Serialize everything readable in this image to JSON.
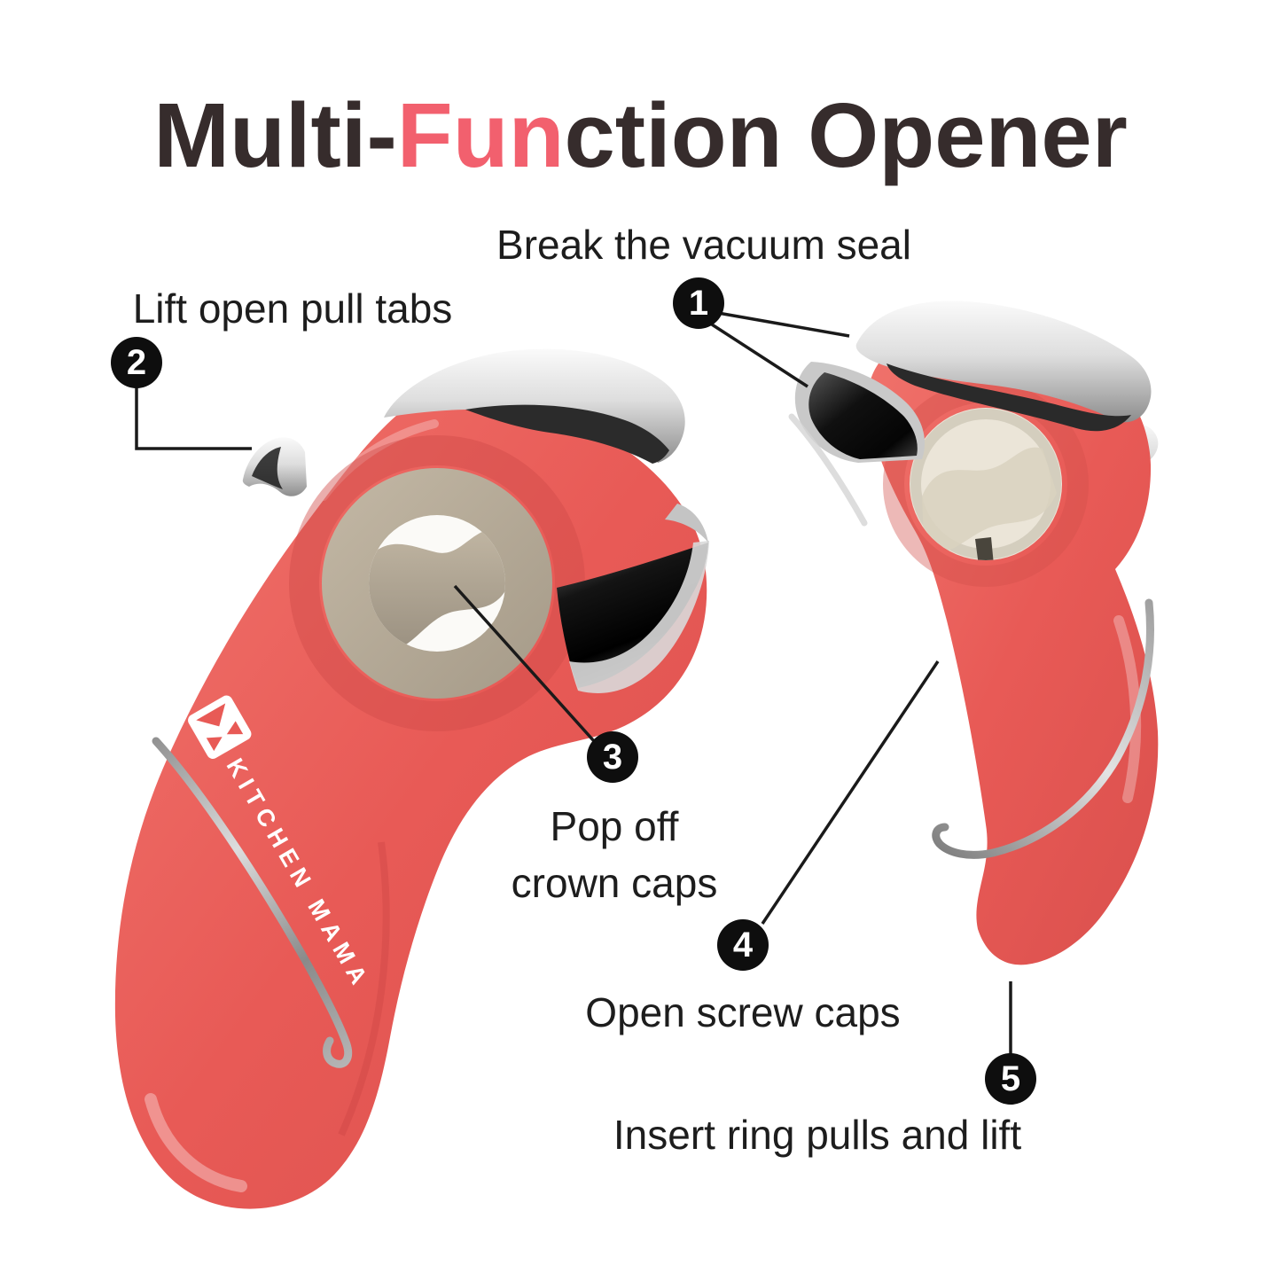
{
  "title": {
    "part1": "Multi-",
    "highlight": "Fun",
    "part2": "ction Opener"
  },
  "brand": {
    "name": "KITCHEN MAMA"
  },
  "callouts": [
    {
      "number": "1",
      "label": "Break the vacuum seal"
    },
    {
      "number": "2",
      "label": "Lift open pull tabs"
    },
    {
      "number": "3",
      "label_line1": "Pop off",
      "label_line2": "crown caps"
    },
    {
      "number": "4",
      "label": "Open screw caps"
    },
    {
      "number": "5",
      "label": "Insert ring pulls and lift"
    }
  ],
  "colors": {
    "accent": "#f2606e",
    "title_text": "#362c2c",
    "label_text": "#1d1d1d",
    "badge": "#0e0e0e",
    "product_red": "#e85a56",
    "chrome": "#c9c9c9",
    "ring_metal": "#b2a795",
    "hole_cream": "#ebe5d8",
    "wire": "#aaaaaa",
    "callout_line": "#1a1a1a"
  }
}
